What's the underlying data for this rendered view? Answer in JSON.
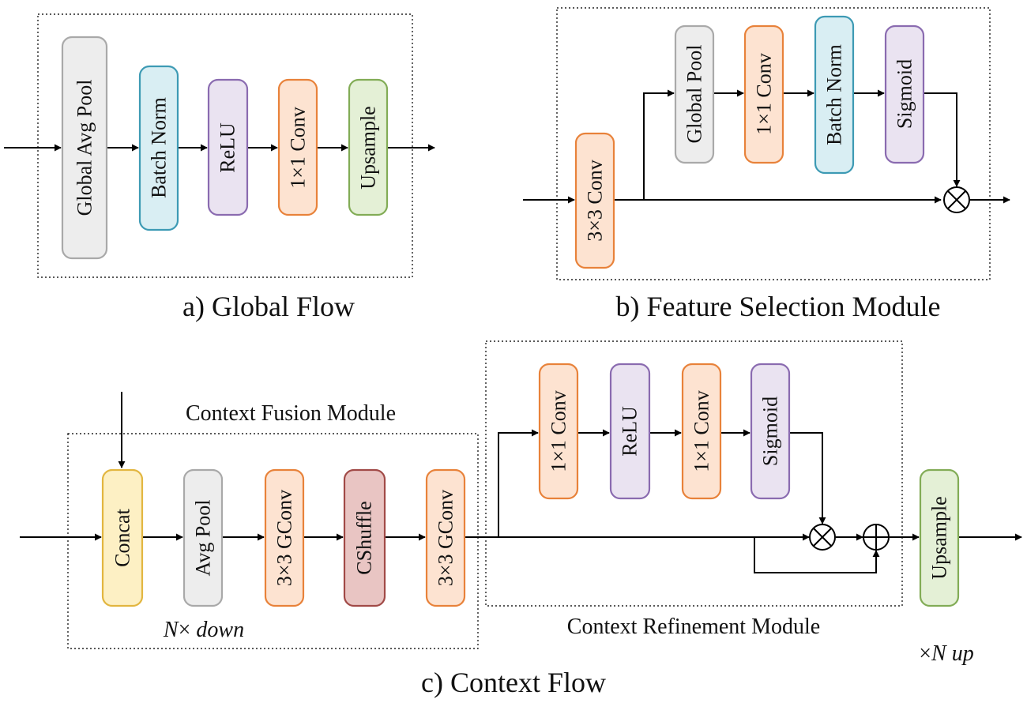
{
  "panels": {
    "a": {
      "caption": "a) Global Flow",
      "blocks": [
        "Global Avg Pool",
        "Batch Norm",
        "ReLU",
        "1×1 Conv",
        "Upsample"
      ]
    },
    "b": {
      "caption": "b) Feature Selection Module",
      "blocks": [
        "3×3 Conv",
        "Global Pool",
        "1×1 Conv",
        "Batch Norm",
        "Sigmoid"
      ]
    },
    "c": {
      "caption": "c) Context Flow",
      "fusion_label": "Context Fusion Module",
      "refinement_label": "Context Refinement Module",
      "down_prefix": "N",
      "down_times": "× ",
      "down_word": "down",
      "up_times": "×",
      "up_n": "N",
      "up_word": "up",
      "fusion_blocks": [
        "Concat",
        "Avg Pool",
        "3×3 GConv",
        "CShuffle",
        "3×3 GConv"
      ],
      "refinement_blocks": [
        "1×1 Conv",
        "ReLU",
        "1×1 Conv",
        "Sigmoid"
      ],
      "output_block": "Upsample"
    }
  },
  "operators": {
    "multiply_symbol": "multiply-icon",
    "add_symbol": "add-icon"
  },
  "colors": {
    "gray": {
      "fill": "#ededed",
      "stroke": "#a9a9a9"
    },
    "blue": {
      "fill": "#d9eef3",
      "stroke": "#3d9ab4"
    },
    "purple": {
      "fill": "#eae3f1",
      "stroke": "#8a6bb0"
    },
    "orange": {
      "fill": "#fde3d1",
      "stroke": "#e8823a"
    },
    "green": {
      "fill": "#e4f0d6",
      "stroke": "#82ac56"
    },
    "yellow": {
      "fill": "#fdf0c4",
      "stroke": "#e2b640"
    },
    "red": {
      "fill": "#e9c5c3",
      "stroke": "#a14a47"
    }
  }
}
